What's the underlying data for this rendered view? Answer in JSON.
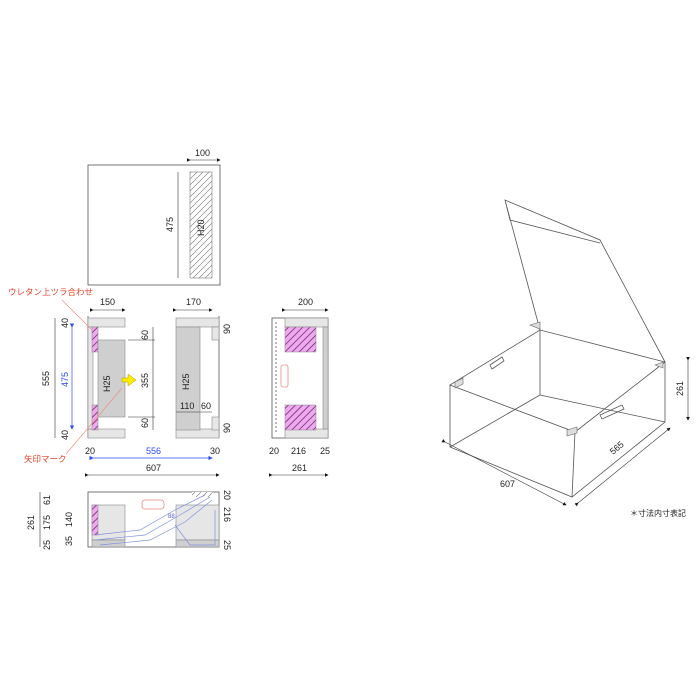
{
  "top_view": {
    "width_dim": "100",
    "height_dim": "475",
    "pad_label": "H20"
  },
  "front_view": {
    "dim_left_width": "150",
    "dim_right_width": "170",
    "dim_total_height": "555",
    "dim_inner_height": "475",
    "dim_top_pad": "40",
    "dim_bottom_pad": "40",
    "dim_gap_top": "60",
    "dim_gap_mid": "355",
    "dim_gap_bottom": "60",
    "dim_notch_top": "90",
    "dim_notch_bottom": "90",
    "dim_110": "110",
    "dim_60": "60",
    "left_label": "H25",
    "right_label": "H25",
    "dim_20": "20",
    "dim_556": "556",
    "dim_30": "30",
    "dim_607": "607"
  },
  "side_view": {
    "dim_top": "200",
    "dim_20": "20",
    "dim_216": "216",
    "dim_25": "25",
    "dim_261": "261"
  },
  "bottom_view": {
    "dim_261": "261",
    "dim_61": "61",
    "dim_175": "175",
    "dim_140": "140",
    "dim_35": "35",
    "dim_25": "25",
    "dim_r20": "20",
    "dim_r216": "216",
    "dim_r25": "25",
    "cable_label": "88"
  },
  "annotations": {
    "urethane_flush": "ウレタン上ツラ合わせ",
    "arrow_mark": "矢印マーク",
    "note": "＊寸法内寸表記"
  },
  "iso_view": {
    "dim_width": "607",
    "dim_depth": "565",
    "dim_height": "261"
  },
  "colors": {
    "pink": "#e070e0",
    "blue": "#2a4dff",
    "red": "#e8402a",
    "arrow_yellow": "#ffee00"
  }
}
